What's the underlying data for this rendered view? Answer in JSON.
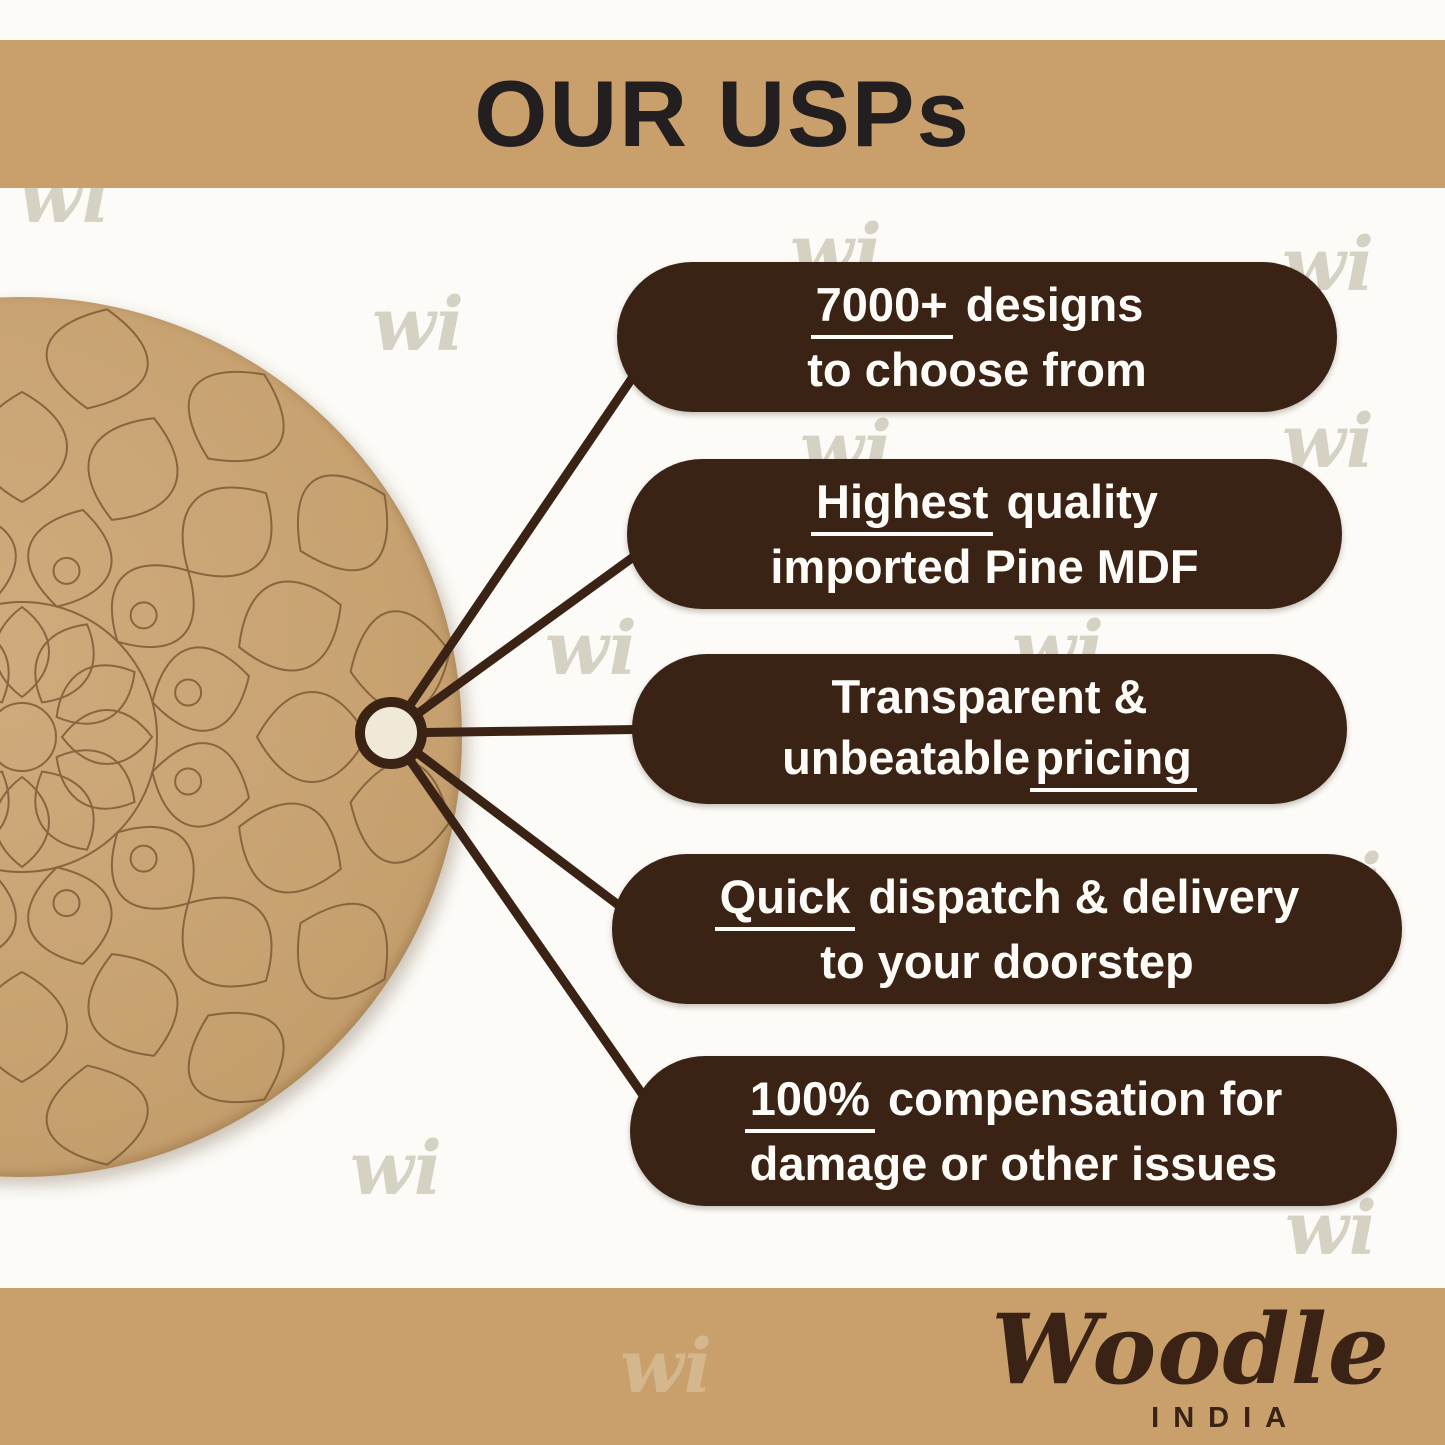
{
  "header": {
    "title": "OUR USPs"
  },
  "watermark": {
    "text": "wi"
  },
  "usps": [
    {
      "line1": {
        "pre": "",
        "u": "7000+",
        "post": " designs"
      },
      "line2": {
        "pre": "to choose from",
        "u": "",
        "post": ""
      }
    },
    {
      "line1": {
        "pre": "",
        "u": "Highest",
        "post": " quality"
      },
      "line2": {
        "pre": "imported Pine MDF",
        "u": "",
        "post": ""
      }
    },
    {
      "line1": {
        "pre": "Transparent &",
        "u": "",
        "post": ""
      },
      "line2": {
        "pre": "unbeatable",
        "u": "pricing",
        "post": ""
      }
    },
    {
      "line1": {
        "pre": "",
        "u": "Quick",
        "post": " dispatch & delivery"
      },
      "line2": {
        "pre": "to your doorstep",
        "u": "",
        "post": ""
      }
    },
    {
      "line1": {
        "pre": "",
        "u": "100%",
        "post": " compensation for"
      },
      "line2": {
        "pre": "damage or other issues",
        "u": "",
        "post": ""
      }
    }
  ],
  "footer": {
    "brand": "Woodle",
    "country": "INDIA"
  },
  "colors": {
    "band": "#c9a06b",
    "pill": "#3a2315",
    "mdf": "#c8a271",
    "title": "#231f20",
    "text_on_pill": "#fdfcf8"
  }
}
